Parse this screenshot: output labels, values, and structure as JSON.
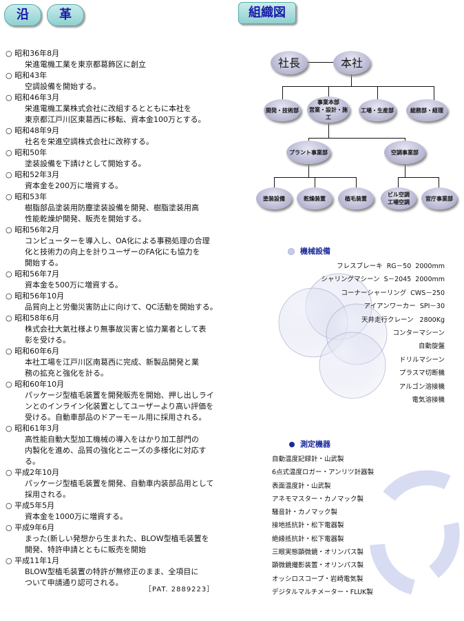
{
  "headings": {
    "history_char1": "沿",
    "history_char2": "革",
    "org_chart": "組織図"
  },
  "history": [
    {
      "date": "昭和36年8月",
      "lines": [
        "栄進電機工業を東京都葛飾区に創立"
      ]
    },
    {
      "date": "昭和43年",
      "lines": [
        " 空調設備を開始する。"
      ]
    },
    {
      "date": "昭和46年3月",
      "lines": [
        "栄進電機工業株式会社に改組するとともに本社を",
        "東京都江戸川区東葛西に移転、資本金100万とする。"
      ]
    },
    {
      "date": "昭和48年9月",
      "lines": [
        "社名を栄進空調株式会社に改称する。"
      ]
    },
    {
      "date": "昭和50年",
      "lines": [
        "塗装設備を下請けとして開始する。"
      ]
    },
    {
      "date": "昭和52年3月",
      "lines": [
        "資本金を200万に増資する。"
      ]
    },
    {
      "date": "昭和53年",
      "lines": [
        "樹脂部品塗装用防塵塗装設備を開発、樹脂塗装用高",
        "性能乾燥炉開発、販売を開始する。"
      ]
    },
    {
      "date": "昭和56年2月",
      "lines": [
        "コンピューターを導入し、OA化による事務処理の合理",
        "化と技術力の向上を計りユーザーのFA化にも協力を",
        "開始する。"
      ]
    },
    {
      "date": " 昭和56年7月",
      "lines": [
        " 資本金を500万に増資する。"
      ]
    },
    {
      "date": "昭和56年10月",
      "lines": [
        "品質向上と労働災害防止に向けて、QC活動を開始する。"
      ]
    },
    {
      "date": "昭和58年6月",
      "lines": [
        "株式会社大氣社様より無事故災害と協力業者として表",
        "彰を受ける。"
      ]
    },
    {
      "date": "昭和60年6月",
      "lines": [
        "本社工場を江戸川区南葛西に完成、新製品開発と業",
        "務の拡充と強化を計る。"
      ]
    },
    {
      "date": "昭和60年10月",
      "lines": [
        "パッケージ型植毛装置を開発販売を開始、押し出しライ",
        "ンとのインライン化装置としてユーザーより高い評価を",
        "受ける。自動車部品のドアーモール用に採用される。"
      ]
    },
    {
      "date": "昭和61年3月",
      "lines": [
        "高性能自動大型加工機械の導入をはかり加工部門の",
        "内製化を進め、品質の強化とニーズの多様化に対応す",
        "る。"
      ]
    },
    {
      "date": "平成2年10月",
      "lines": [
        "パッケージ型植毛装置を開発、自動車内装部品用として",
        "採用される。"
      ]
    },
    {
      "date": "平成5年5月",
      "lines": [
        "資本金を1000万に増資する。"
      ]
    },
    {
      "date": "平成9年6月",
      "lines": [
        "まった(新しい発想から生まれた、BLOW型植毛装置を",
        "開発、特許申請とともに販売を開始"
      ]
    },
    {
      "date": "平成11年1月",
      "lines": [
        "BLOW型植毛装置の特許が無修正のまま、全項目に",
        "ついて申請通り認可される。"
      ]
    }
  ],
  "patent": "［PAT. 2889223］",
  "org": {
    "president": "社長",
    "headquarters": "本社",
    "divisions": [
      "開発・技術部",
      "事業本部\n営業・設計・施工",
      "工場・生産部",
      "総務部・経理"
    ],
    "business": [
      "プラント事業部",
      "空調事業部"
    ],
    "units": [
      "塗装設備",
      "乾燥装置",
      "植毛装置",
      "ビル空調\n工場空調",
      "官庁事業部"
    ]
  },
  "equipment": {
    "title": "機械設備",
    "items": [
      "フレスブレーキ  RG－50  2000mm",
      "シャリングマシーン  S－2045  2000mm",
      "コーナーシャーリング  CWS－250",
      "アイアンワーカー  SPI－30",
      "天井走行クレーン   2800Kg",
      "コンターマシーン",
      "自動旋盤",
      "ドリルマシーン",
      "プラスマ切断機",
      "アルゴン溶接機",
      "電気溶接機"
    ]
  },
  "measurement": {
    "title": "測定機器",
    "items": [
      "自動温度記録計・山武製",
      "6点式温度ロガー・アンリツ計器製",
      "表面温度計・山武製",
      "アネモマスター・カノマック製",
      "騒音計・カノマック製",
      "接地抵抗計・松下電器製",
      "絶縁抵抗計・松下電器製",
      "三眼実態顕微鏡・オリンパス製",
      "顕微鏡撮影装置・オリンパス製",
      "オッシロスコープ・岩崎電気製",
      "デジタルマルチメーター・FLUK製"
    ]
  },
  "colors": {
    "heading_text": "#1a1aa8",
    "section_title": "#1a2a9a",
    "node_fill": "#b9b9d4"
  }
}
